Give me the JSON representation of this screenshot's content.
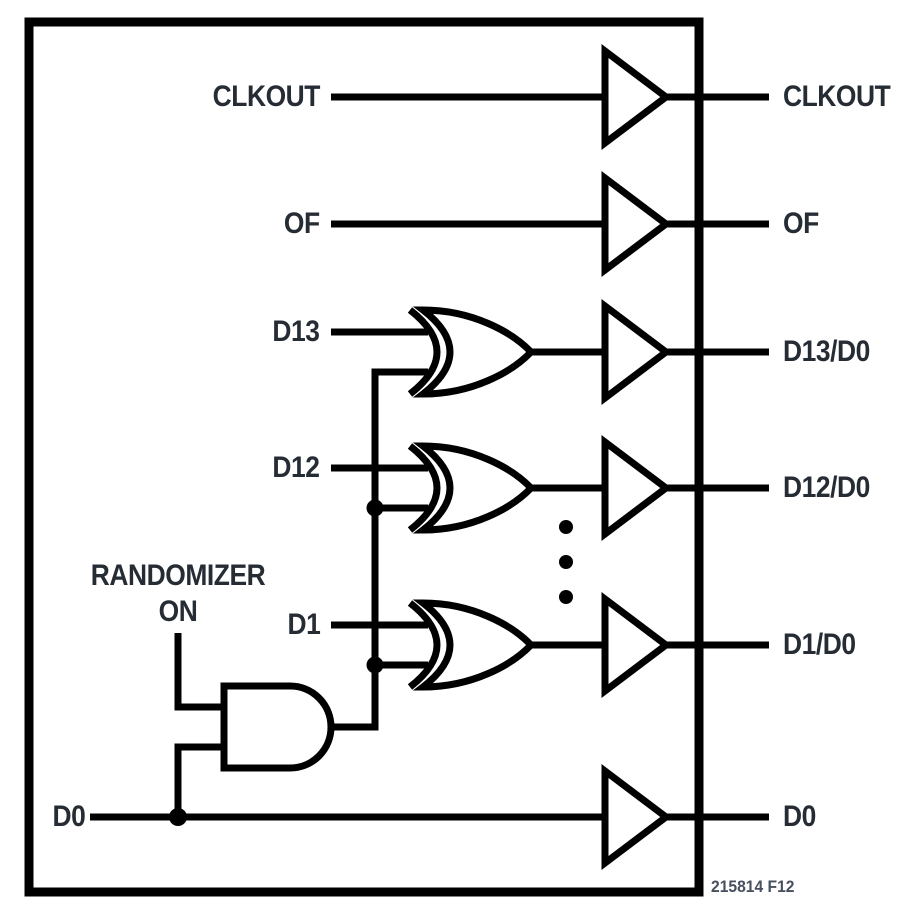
{
  "figure": {
    "caption": "215814 F12",
    "colors": {
      "wire": "#000000",
      "label_text": "#262c34",
      "caption_text": "#47505e",
      "background": "#ffffff"
    }
  },
  "labels": {
    "inputs": [
      {
        "id": "clkout",
        "text": "CLKOUT"
      },
      {
        "id": "of",
        "text": "OF"
      },
      {
        "id": "d13",
        "text": "D13"
      },
      {
        "id": "d12",
        "text": "D12"
      },
      {
        "id": "d1",
        "text": "D1"
      },
      {
        "id": "d0",
        "text": "D0"
      }
    ],
    "outputs": [
      {
        "id": "clkout",
        "text": "CLKOUT"
      },
      {
        "id": "of",
        "text": "OF"
      },
      {
        "id": "d13_d0",
        "text": "D13/D0"
      },
      {
        "id": "d12_d0",
        "text": "D12/D0"
      },
      {
        "id": "d1_d0",
        "text": "D1/D0"
      },
      {
        "id": "d0",
        "text": "D0"
      }
    ],
    "randomizer": {
      "line1": "RANDOMIZER",
      "line2": "ON"
    }
  },
  "icons": {
    "xor_gate": "double-back-arc crescent gate shape",
    "and_gate": "flat-back round-nose gate shape",
    "output_buffer": "right-pointing hollow triangle",
    "junction": "filled black dot",
    "continuation": "three vertical dots"
  }
}
